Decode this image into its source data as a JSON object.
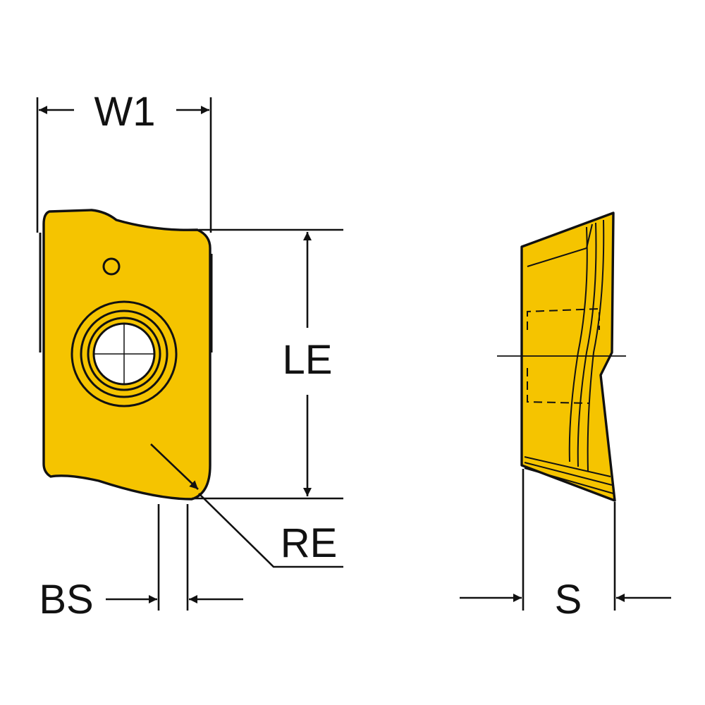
{
  "colors": {
    "insert_fill": "#F5C400",
    "line": "#111111",
    "background": "#FFFFFF"
  },
  "labels": {
    "w1": "W1",
    "le": "LE",
    "re": "RE",
    "bs": "BS",
    "s": "S"
  }
}
